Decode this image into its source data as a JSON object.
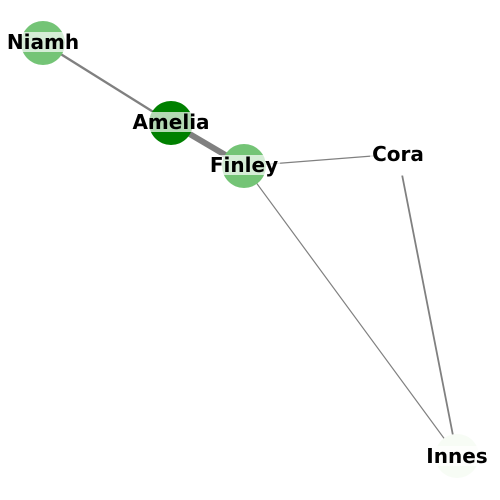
{
  "graph": {
    "type": "network",
    "nodes": [
      {
        "id": "niamh",
        "label": "Niamh",
        "color": "#74c476"
      },
      {
        "id": "amelia",
        "label": "Amelia",
        "color": "#008000"
      },
      {
        "id": "finley",
        "label": "Finley",
        "color": "#74c476"
      },
      {
        "id": "cora",
        "label": "Cora",
        "color": "#ffffff"
      },
      {
        "id": "innes",
        "label": "Innes",
        "color": "#f7fcf5"
      }
    ],
    "edges": [
      {
        "source": "niamh",
        "target": "amelia",
        "weight": 2
      },
      {
        "source": "amelia",
        "target": "finley",
        "weight": 5
      },
      {
        "source": "finley",
        "target": "cora",
        "weight": 1
      },
      {
        "source": "finley",
        "target": "innes",
        "weight": 1
      },
      {
        "source": "cora",
        "target": "innes",
        "weight": 1.5
      }
    ],
    "edge_color": "#808080"
  }
}
